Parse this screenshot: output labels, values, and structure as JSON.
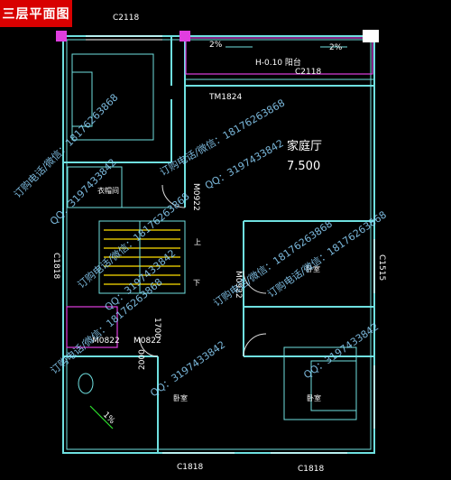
{
  "title": "三层平面图",
  "labels": {
    "c2118_top": "C2118",
    "c2118_balcony": "C2118",
    "c1818_left": "C1818",
    "c1818_bottom_left": "C1818",
    "c1818_bottom_right": "C1818",
    "c1515": "C1515",
    "tm1824": "TM1824",
    "m0922_a": "M0922",
    "m0922_b": "M0922",
    "m0822_a": "M0822",
    "m0822_b": "M0822",
    "balcony": "H-0.10 阳台",
    "slope_1": "2%",
    "slope_2": "2%",
    "slope_3": "1%",
    "dim_2000": "2000",
    "dim_1700": "1700"
  },
  "rooms": {
    "family_hall": "家庭厅",
    "family_hall_area": "7.500",
    "wardrobe": "衣帽间",
    "bedroom_right": "卧室",
    "bedroom_bottom": "卧室",
    "bedroom_se": "卧室",
    "stair_up": "上",
    "stair_down": "下"
  },
  "watermarks": [
    "订购电话/微信：18176263868",
    "QQ：3197433842"
  ],
  "colors": {
    "background": "#000000",
    "wall": "#6fe0e0",
    "badge": "#d80000",
    "watermark": "#8fd6ff"
  }
}
